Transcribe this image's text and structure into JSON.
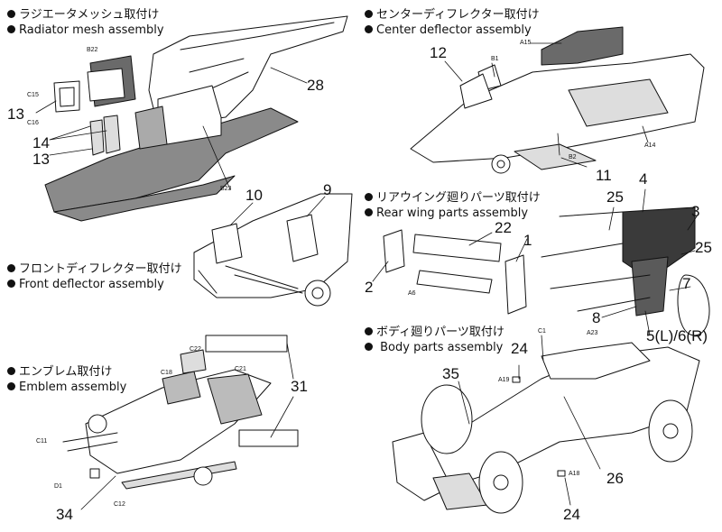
{
  "sections": {
    "radiator": {
      "title_jp": "ラジエータメッシュ取付け",
      "title_en": "Radiator mesh assembly",
      "callouts": [
        "28",
        "13",
        "14",
        "13"
      ],
      "parts": [
        "B22",
        "C15",
        "C16",
        "B23"
      ]
    },
    "center": {
      "title_jp": "センターディフレクター取付け",
      "title_en": "Center deflector  assembly",
      "callouts": [
        "12",
        "11"
      ],
      "parts": [
        "B1",
        "A15",
        "A14",
        "B2"
      ]
    },
    "front": {
      "title_jp": "フロントディフレクター取付け",
      "title_en": "Front deflector assembly",
      "callouts": [
        "10",
        "9"
      ]
    },
    "rearwing": {
      "title_jp": "リアウイング廻りパーツ取付け",
      "title_en": "Rear wing parts  assembly",
      "callouts": [
        "22",
        "1",
        "2",
        "25",
        "4",
        "3",
        "25",
        "7",
        "8",
        "5(L)/6(R)"
      ],
      "parts": [
        "A6"
      ]
    },
    "emblem": {
      "title_jp": "エンブレム取付け",
      "title_en": "Emblem assembly",
      "callouts": [
        "31",
        "34"
      ],
      "parts": [
        "C22",
        "C18",
        "C21",
        "C11",
        "D1",
        "C12"
      ]
    },
    "body": {
      "title_jp": "ボディ廻りパーツ取付け",
      "title_en": " Body parts assembly",
      "callouts": [
        "24",
        "35",
        "26",
        "24"
      ],
      "parts": [
        "C1",
        "A23",
        "A19",
        "A18"
      ]
    }
  },
  "colors": {
    "ink": "#111111",
    "shade": "#8a8a8a",
    "dark": "#3a3a3a"
  }
}
